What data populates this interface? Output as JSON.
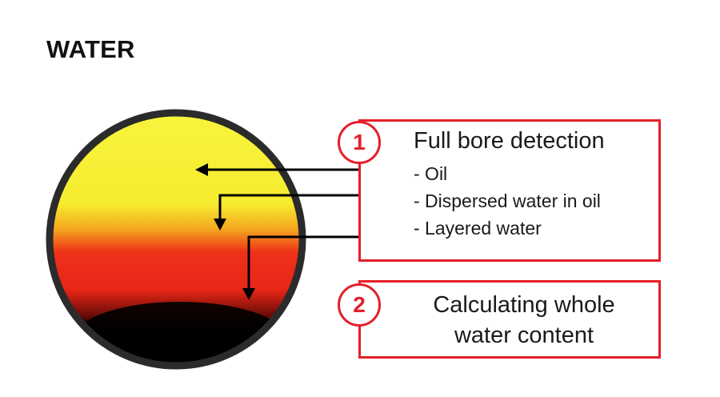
{
  "page": {
    "title": "WATER"
  },
  "cross_section": {
    "layers": [
      "oil",
      "dispersed-water-in-oil",
      "layered-water"
    ],
    "colors": {
      "oil": "#f7f23a",
      "dispersed": "#ef2a1a",
      "layered_water": "#000000",
      "pipe_wall": "#2b2b2b"
    }
  },
  "callouts": [
    {
      "number": "1",
      "heading": "Full bore detection",
      "items": [
        "- Oil",
        "- Dispersed water in oil",
        "- Layered water"
      ]
    },
    {
      "number": "2",
      "lines": [
        "Calculating whole",
        "water content"
      ]
    }
  ],
  "accent_color": "#e3202a"
}
